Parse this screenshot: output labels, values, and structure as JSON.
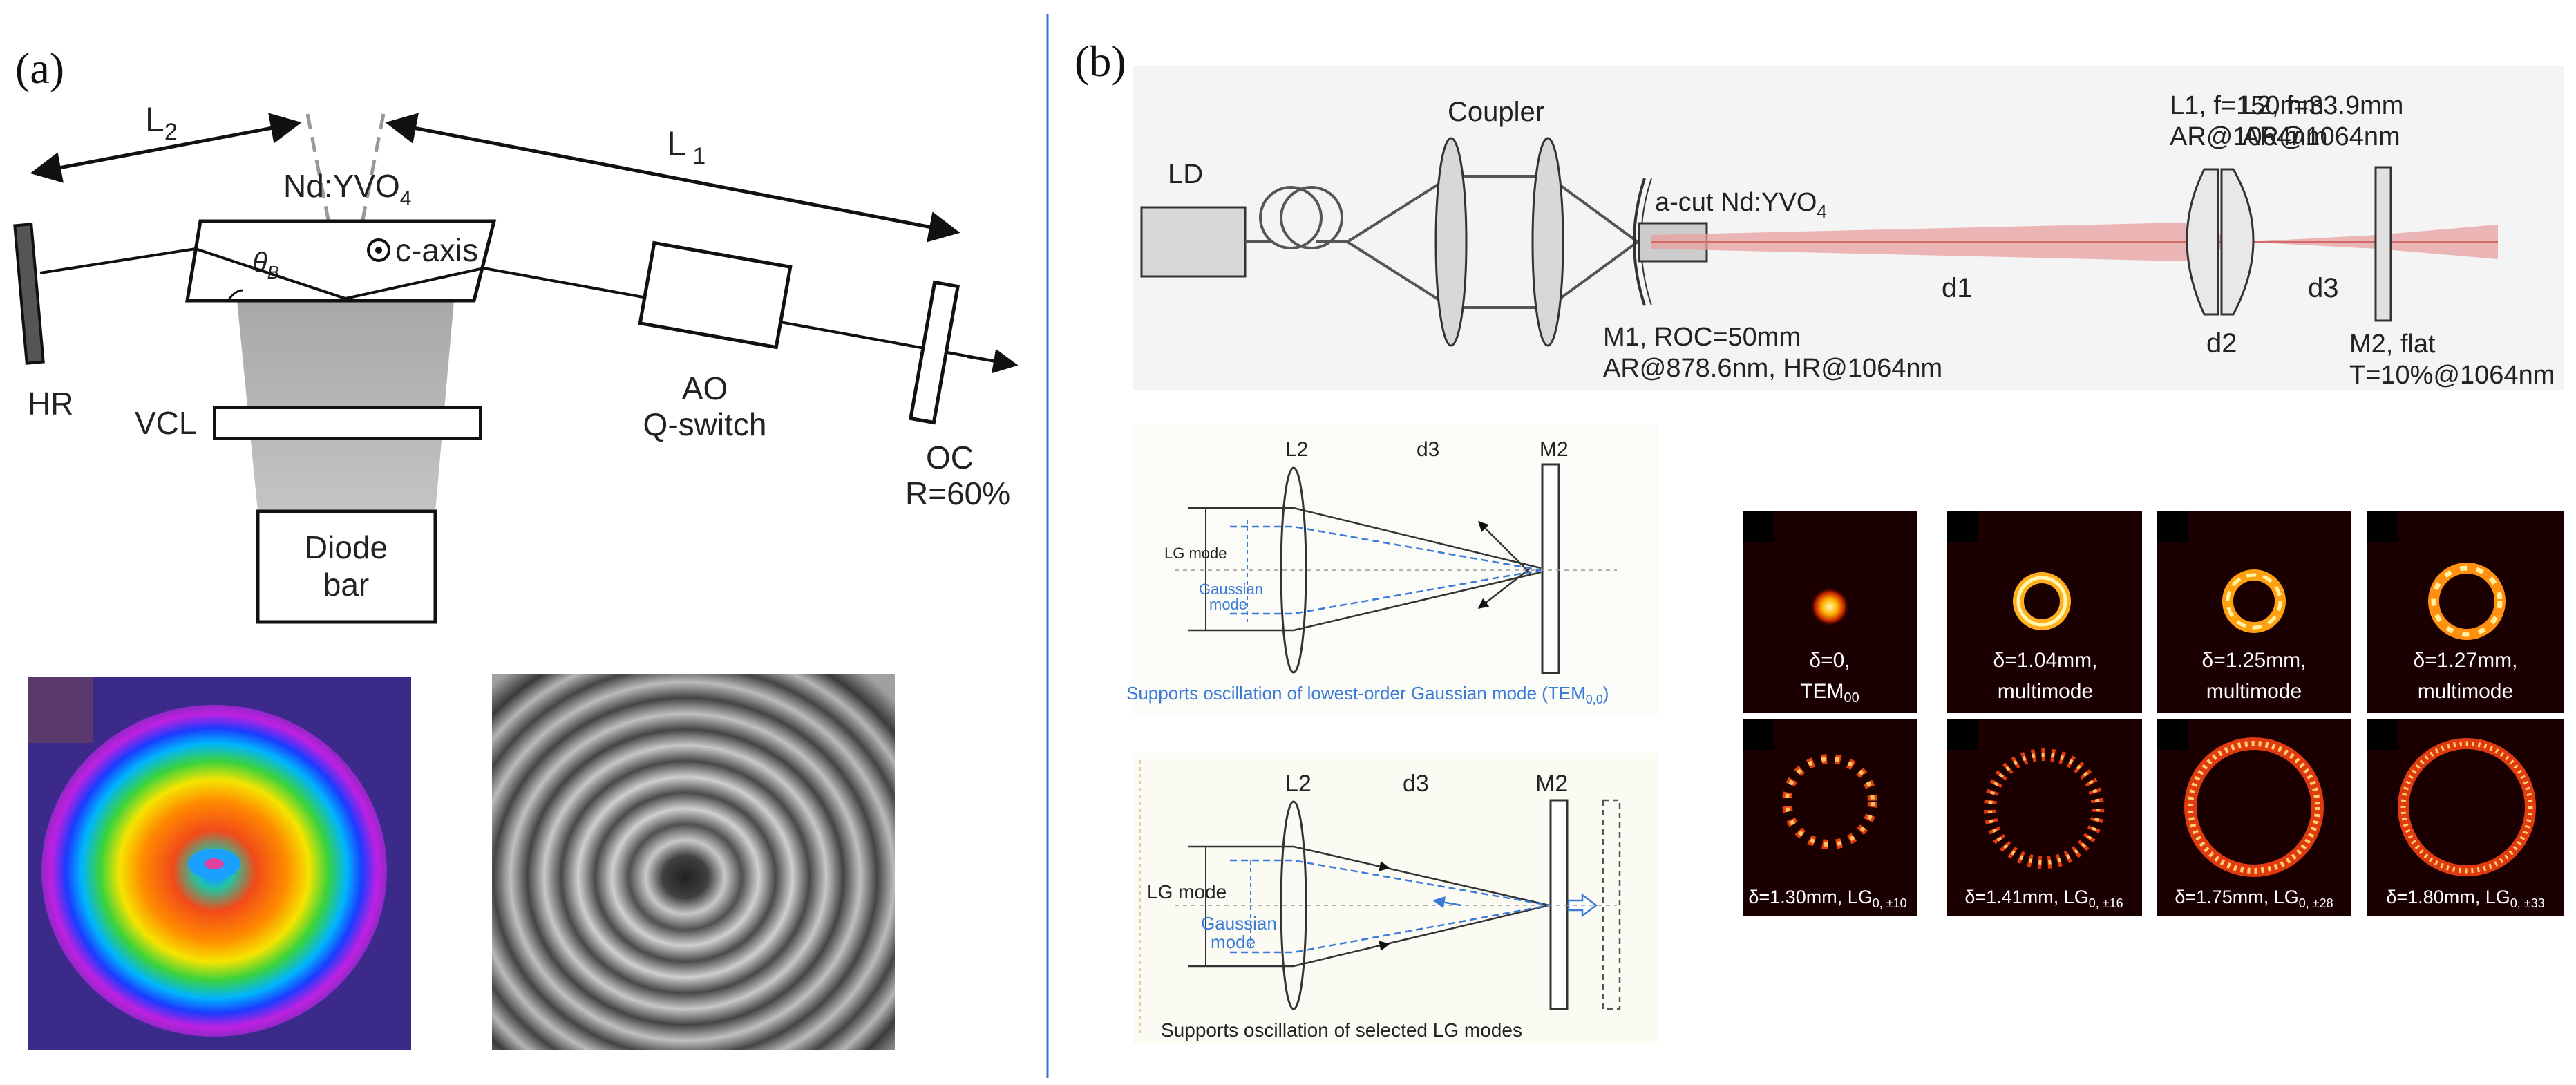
{
  "panel_a": {
    "label": "(a)",
    "L2": "L",
    "L2_sub": "2",
    "L1": "L",
    "L1_sub": " 1",
    "crystal": "Nd:YVO",
    "crystal_sub": "4",
    "c_axis": "c-axis",
    "theta": "θ",
    "theta_sub": "B",
    "HR": "HR",
    "VCL": "VCL",
    "AO_line1": "AO",
    "AO_line2": "Q-switch",
    "OC_line1": "OC",
    "OC_line2": "R=60%",
    "diode_line1": "Diode",
    "diode_line2": "bar"
  },
  "panel_b": {
    "label": "(b)",
    "LD": "LD",
    "coupler": "Coupler",
    "crystal": "a-cut Nd:YVO",
    "crystal_sub": "4",
    "L1_line1": "L1, f=150mm",
    "L1_line2": "AR@1064nm",
    "L2_line1": "L2, f=33.9mm",
    "L2_line2": "AR@1064nm",
    "d1": "d1",
    "d2": "d2",
    "d3": "d3",
    "M1_line1": "M1, ROC=50mm",
    "M1_line2": "AR@878.6nm, HR@1064nm",
    "M2_line1": "M2, flat",
    "M2_line2": "T=10%@1064nm"
  },
  "inset_top": {
    "L2": "L2",
    "d3": "d3",
    "M2": "M2",
    "lg_mode": "LG mode",
    "gaussian": "Gaussian",
    "mode": "mode",
    "caption": "Supports oscillation of lowest-order Gaussian mode (TEM",
    "caption_sub": "0,0",
    "caption_end": ")"
  },
  "inset_bottom": {
    "L2": "L2",
    "d3": "d3",
    "M2": "M2",
    "lg_mode": "LG mode",
    "gaussian": "Gaussian",
    "mode": "mode",
    "caption": "Supports oscillation of selected LG modes"
  },
  "beam_tiles": [
    {
      "line1": "δ=0,",
      "line2": "TEM",
      "line2_sub": "00"
    },
    {
      "line1": "δ=1.04mm,",
      "line2": "multimode"
    },
    {
      "line1": "δ=1.25mm,",
      "line2": "multimode"
    },
    {
      "line1": "δ=1.27mm,",
      "line2": "multimode"
    },
    {
      "line1": "δ=1.30mm, LG",
      "line1_sub": "0, ±10"
    },
    {
      "line1": "δ=1.41mm, LG",
      "line1_sub": "0, ±16"
    },
    {
      "line1": "δ=1.75mm, LG",
      "line1_sub": "0, ±28"
    },
    {
      "line1": "δ=1.80mm, LG",
      "line1_sub": "0, ±33"
    }
  ],
  "colors": {
    "divider": "#3b6fd6",
    "beam": "#e58a8a",
    "gaussian_ray": "#3b7bd6",
    "caption_blue": "#3b7bd6",
    "diode_fill": "#b8b8b8"
  }
}
